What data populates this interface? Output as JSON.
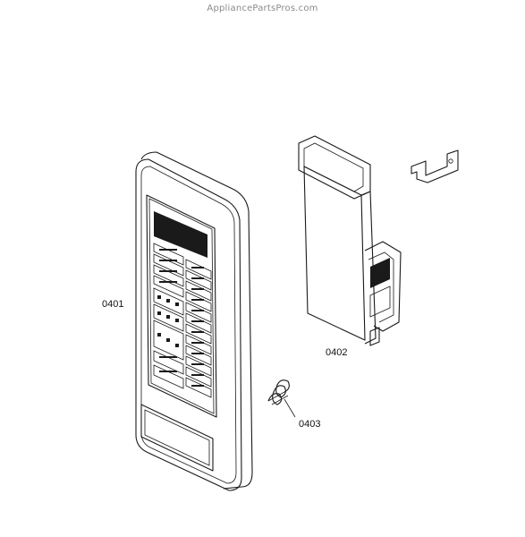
{
  "watermark": "AppliancePartsPros.com",
  "parts": [
    {
      "id": "0401",
      "label": "0401"
    },
    {
      "id": "0402",
      "label": "0402"
    },
    {
      "id": "0403",
      "label": "0403"
    }
  ]
}
